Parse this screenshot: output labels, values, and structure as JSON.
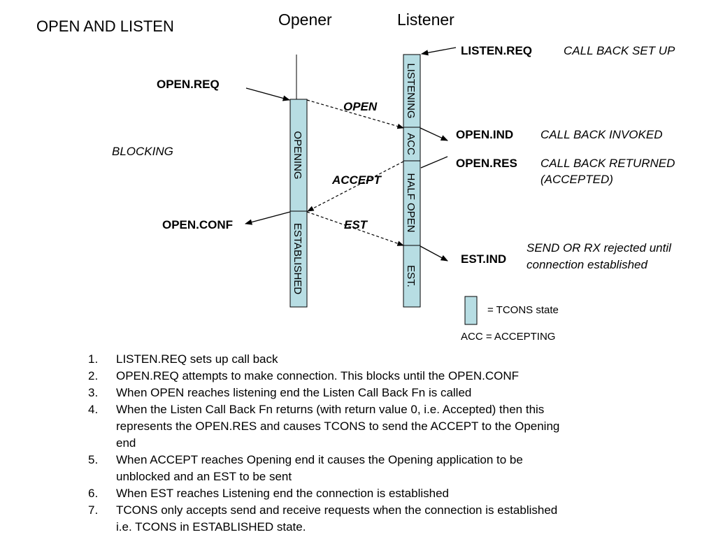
{
  "title": "OPEN AND LISTEN",
  "columns": {
    "opener": "Opener",
    "listener": "Listener"
  },
  "opener_states": {
    "opening": "OPENING",
    "established": "ESTABLISHED"
  },
  "listener_states": {
    "listening": "LISTENING",
    "acc": "ACC",
    "half_open": "HALF OPEN",
    "est": "EST."
  },
  "primitives": {
    "open_req": "OPEN.REQ",
    "open_conf": "OPEN.CONF",
    "listen_req": "LISTEN.REQ",
    "open_ind": "OPEN.IND",
    "open_res": "OPEN.RES",
    "est_ind": "EST.IND"
  },
  "messages": {
    "open": "OPEN",
    "accept": "ACCEPT",
    "est": "EST"
  },
  "annotations": {
    "blocking": "BLOCKING",
    "call_back_set_up": "CALL BACK SET UP",
    "call_back_invoked": "CALL BACK INVOKED",
    "call_back_returned_1": "CALL BACK RETURNED",
    "call_back_returned_2": "(ACCEPTED)",
    "send_rx_1": "SEND OR RX rejected until",
    "send_rx_2": "connection established"
  },
  "legend": {
    "tcons_state": "= TCONS state",
    "acc_def": "ACC = ACCEPTING"
  },
  "colors": {
    "state_fill": "#b7dde3"
  },
  "notes": [
    {
      "num": "1.",
      "lines": [
        "LISTEN.REQ sets up call back"
      ]
    },
    {
      "num": "2.",
      "lines": [
        "OPEN.REQ attempts to make connection. This blocks until the OPEN.CONF"
      ]
    },
    {
      "num": "3.",
      "lines": [
        "When OPEN reaches listening end the Listen Call Back Fn is called"
      ]
    },
    {
      "num": "4.",
      "lines": [
        "When the Listen Call Back Fn returns (with return value 0, i.e. Accepted) then this",
        "represents the OPEN.RES and causes TCONS to send the ACCEPT to the Opening",
        "end"
      ]
    },
    {
      "num": "5.",
      "lines": [
        "When ACCEPT reaches Opening end it causes the Opening application to be",
        "unblocked and an EST to be sent"
      ]
    },
    {
      "num": "6.",
      "lines": [
        "When EST reaches Listening end the connection is established"
      ]
    },
    {
      "num": "7.",
      "lines": [
        "TCONS only accepts send and receive requests when the connection is established",
        "i.e. TCONS in ESTABLISHED state."
      ]
    }
  ]
}
